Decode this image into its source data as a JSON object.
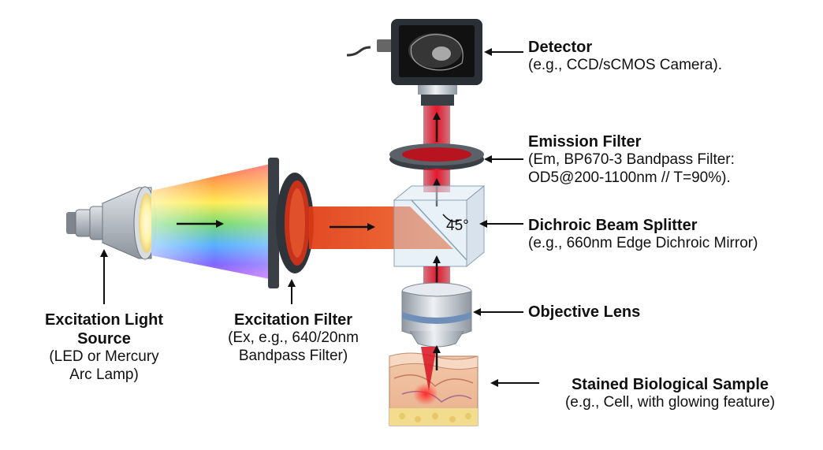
{
  "labels": {
    "detector": {
      "title": "Detector",
      "sub": [
        "(e.g., CCD/sCMOS Camera)."
      ]
    },
    "emission_filter": {
      "title": "Emission Filter",
      "sub": [
        "(Em, BP670-3 Bandpass Filter:",
        "OD5@200-1100nm // T=90%)."
      ]
    },
    "dichroic": {
      "title": "Dichroic Beam Splitter",
      "sub": [
        "(e.g., 660nm Edge Dichroic Mirror)"
      ]
    },
    "objective": {
      "title": "Objective Lens",
      "sub": []
    },
    "sample": {
      "title": "Stained Biological Sample",
      "sub": [
        "(e.g., Cell, with glowing feature)"
      ]
    },
    "light_source": {
      "title": [
        "Excitation Light",
        "Source"
      ],
      "sub": [
        "(LED or Mercury",
        "Arc Lamp)"
      ]
    },
    "excitation_filter": {
      "title": [
        "Excitation Filter"
      ],
      "sub": [
        "(Ex, e.g., 640/20nm",
        "Bandpass Filter)"
      ]
    }
  },
  "angle_label": "45°",
  "colors": {
    "beam": "#e84a1c",
    "emission": "#c8102e",
    "device_dark": "#2b2f36",
    "metal": "#c9cfd6"
  }
}
